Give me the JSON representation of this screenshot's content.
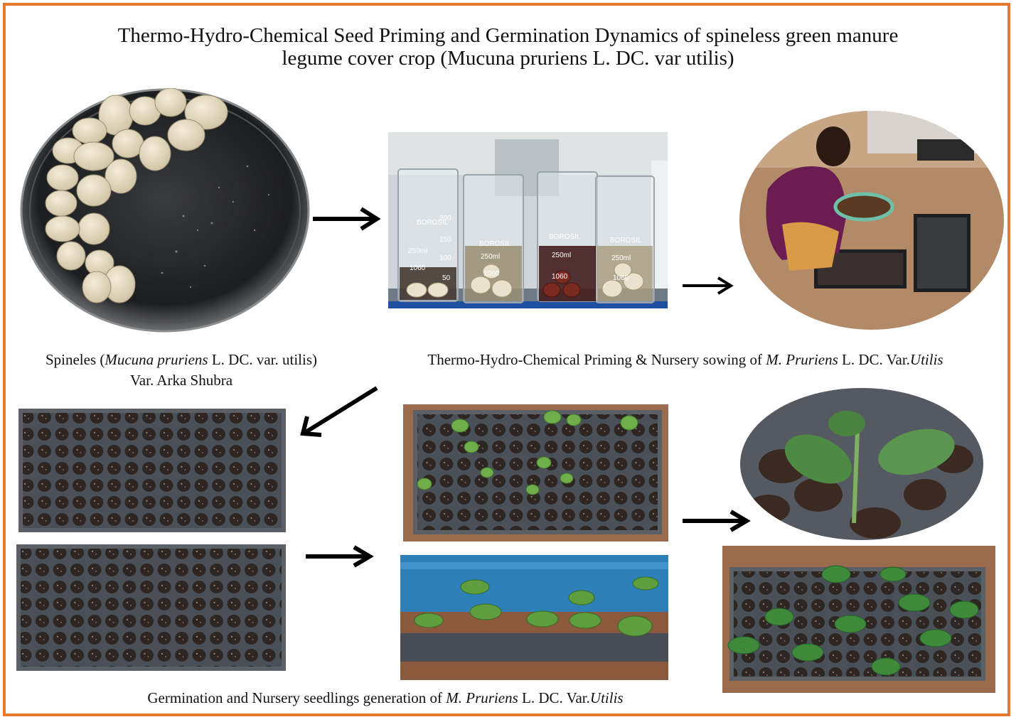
{
  "figure": {
    "title_line1": "Thermo-Hydro-Chemical Seed Priming and Germination Dynamics of spineless green manure",
    "title_line2": "legume cover crop (Mucuna pruriens L. DC. var utilis)",
    "border_color": "#e8772e"
  },
  "captions": {
    "seeds": {
      "part1": "Spineles (",
      "italic": "Mucuna pruriens",
      "part2": " L. DC. var. utilis)",
      "line2": "Var. Arka Shubra"
    },
    "priming": {
      "part1": "Thermo-Hydro-Chemical Priming & Nursery sowing of ",
      "italic1": "M. Pruriens",
      "part2": " L. DC. Var.",
      "italic2": "Utilis"
    },
    "germination": {
      "part1": "Germination and Nursery seedlings generation of ",
      "italic1": "M. Pruriens",
      "part2": " L. DC. Var.",
      "italic2": "Utilis"
    }
  },
  "beaker_labels": {
    "brand": "BOROSIL",
    "volume": "250ml",
    "code": "1060",
    "marks": [
      "200",
      "150",
      "100",
      "50"
    ]
  },
  "photos": [
    "petri-dish-seeds-photo",
    "beakers-priming-photo",
    "woman-sowing-nursery-photo",
    "tray-sown-1-photo",
    "tray-sown-2-photo",
    "tray-germinating-photo",
    "tray-seedlings-side-photo",
    "seedling-closeup-photo",
    "tray-seedlings-grown-photo"
  ],
  "arrows": [
    "right-arrow",
    "right-arrow",
    "down-left-arrow",
    "right-arrow",
    "right-arrow"
  ]
}
